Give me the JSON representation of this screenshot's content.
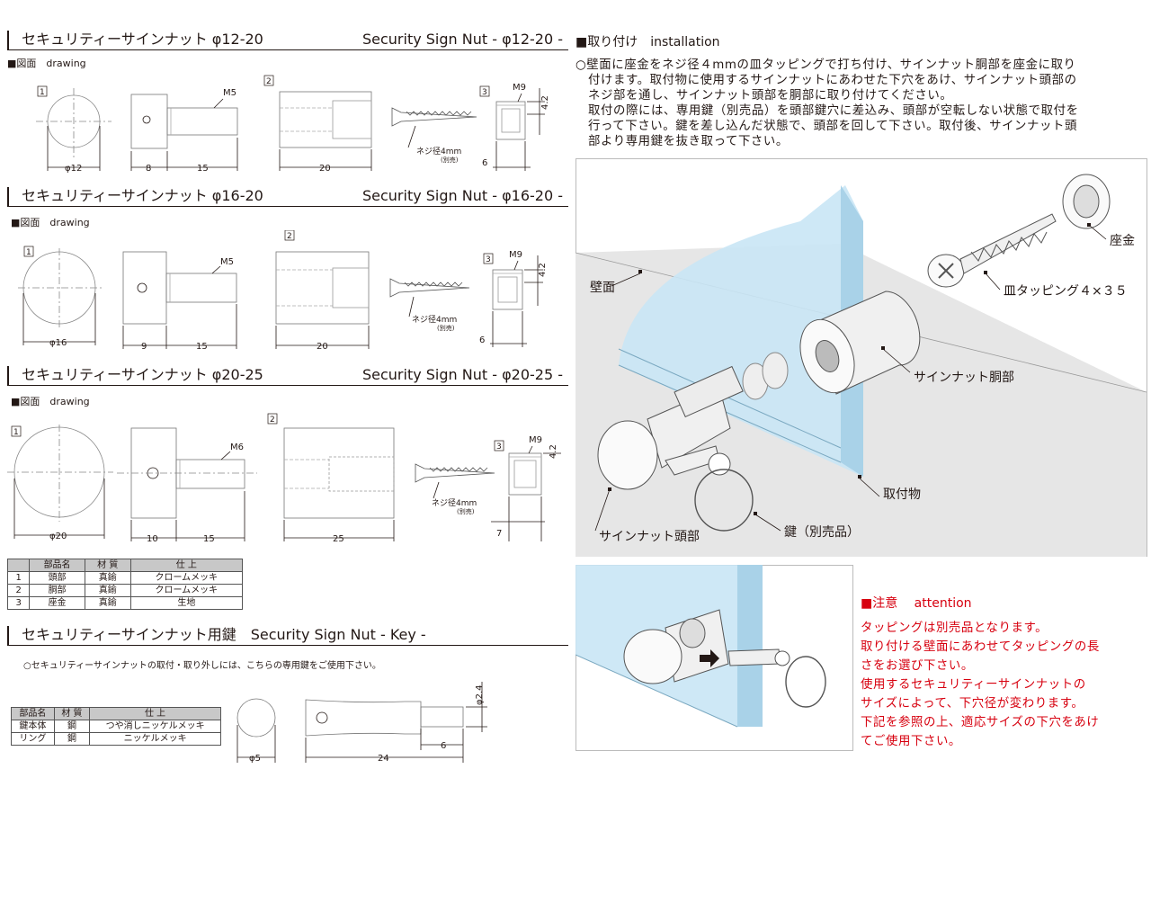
{
  "sections": [
    {
      "title_jp": "セキュリティーサインナット φ12-20",
      "title_en": "Security Sign Nut - φ12-20 -",
      "drawing_label": "■図面　drawing",
      "dims": {
        "d": "φ12",
        "a": "8",
        "b": "15",
        "thread": "M5",
        "body": "20",
        "cap_h": "4.2",
        "cap_w": "6",
        "cap_thread": "M9"
      }
    },
    {
      "title_jp": "セキュリティーサインナット φ16-20",
      "title_en": "Security Sign Nut - φ16-20 -",
      "drawing_label": "■図面　drawing",
      "dims": {
        "d": "φ16",
        "a": "9",
        "b": "15",
        "thread": "M5",
        "body": "20",
        "cap_h": "4.2",
        "cap_w": "6",
        "cap_thread": "M9"
      }
    },
    {
      "title_jp": "セキュリティーサインナット φ20-25",
      "title_en": "Security Sign Nut - φ20-25 -",
      "drawing_label": "■図面　drawing",
      "dims": {
        "d": "φ20",
        "a": "10",
        "b": "15",
        "thread": "M6",
        "body": "25",
        "cap_h": "4.2",
        "cap_w": "7",
        "cap_thread": "M9"
      }
    }
  ],
  "part_nums": [
    "1",
    "2",
    "3"
  ],
  "screw_label_1": "ネジ径4mm",
  "screw_label_2": "(別売)",
  "parts_table": {
    "headers": [
      "",
      "部品名",
      "材 質",
      "仕 上"
    ],
    "rows": [
      [
        "1",
        "頭部",
        "真鍮",
        "クロームメッキ"
      ],
      [
        "2",
        "胴部",
        "真鍮",
        "クロームメッキ"
      ],
      [
        "3",
        "座金",
        "真鍮",
        "生地"
      ]
    ]
  },
  "key_section": {
    "title_jp": "セキュリティーサインナット用鍵　Security Sign Nut - Key -",
    "note": "○セキュリティーサインナットの取付・取り外しには、こちらの専用鍵をご使用下さい。",
    "table": {
      "headers": [
        "部品名",
        "材 質",
        "仕 上"
      ],
      "rows": [
        [
          "鍵本体",
          "鋼",
          "つや消しニッケルメッキ"
        ],
        [
          "リング",
          "鋼",
          "ニッケルメッキ"
        ]
      ]
    },
    "dims": {
      "d": "φ5",
      "len": "24",
      "tip": "6",
      "tip_d": "φ2.4"
    }
  },
  "installation": {
    "heading": "■取り付け　installation",
    "lines": [
      "○壁面に座金をネジ径４mmの皿タッピングで打ち付け、サインナット胴部を座金に取り",
      "　付けます。取付物に使用するサインナットにあわせた下穴をあけ、サインナット頭部の",
      "　ネジ部を通し、サインナット頭部を胴部に取り付けてください。",
      "　取付の際には、専用鍵（別売品）を頭部鍵穴に差込み、頭部が空転しない状態で取付を",
      "　行って下さい。鍵を差し込んだ状態で、頭部を回して下さい。取付後、サインナット頭",
      "　部より専用鍵を抜き取って下さい。"
    ],
    "labels": {
      "washer": "座金",
      "wall": "壁面",
      "screw": "皿タッピング４×３５",
      "body": "サインナット胴部",
      "object": "取付物",
      "head": "サインナット頭部",
      "key": "鍵（別売品）"
    }
  },
  "attention": {
    "title": "■注意　 attention",
    "lines": [
      "タッピングは別売品となります。",
      "取り付ける壁面にあわせてタッピングの長",
      "さをお選び下さい。",
      "使用するセキュリティーサインナットの",
      "サイズによって、下穴径が変わります。",
      "下記を参照の上、適応サイズの下穴をあけ",
      "てご使用下さい。"
    ]
  },
  "colors": {
    "glass": "#c9e6f5",
    "wall": "#e6e6e6",
    "red": "#d7000f"
  }
}
